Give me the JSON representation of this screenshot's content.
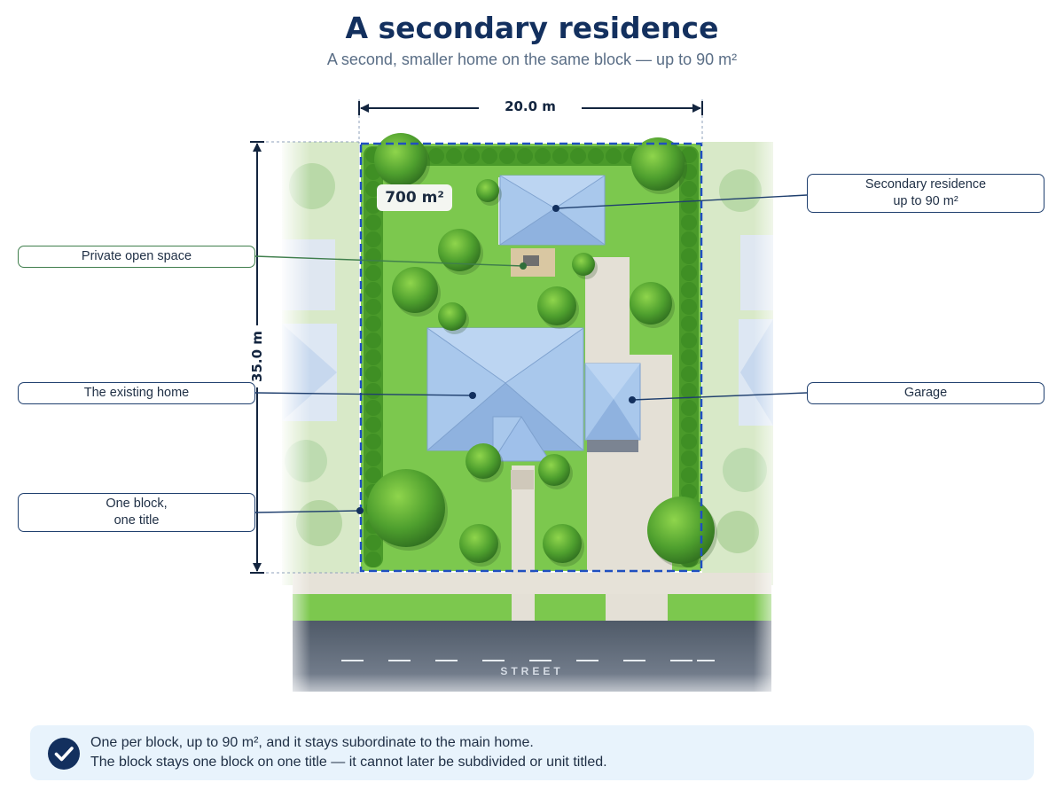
{
  "header": {
    "title": "A secondary residence",
    "subtitle": "A second, smaller home on the same block — up to 90 m²"
  },
  "plan": {
    "width_label": "20.0 m",
    "depth_label": "35.0 m",
    "area_label": "700 m²",
    "street_label": "STREET"
  },
  "callouts": {
    "secondary_residence": "Secondary residence\nup to 90 m²",
    "private_open_space": "Private open space",
    "existing_home": "The existing home",
    "garage": "Garage",
    "one_block": "One block,\none title"
  },
  "info": {
    "line1": "One per block, up to 90 m², and it stays subordinate to the main home.",
    "line2": "The block stays one block on one title — it cannot later be subdivided or unit titled."
  },
  "colors": {
    "accent_navy": "#13305e",
    "callout_border": "#1f3f6e",
    "open_space_green": "#3f7e4c",
    "boundary_blue": "#1f4fc0",
    "lawn": "#7cc84e",
    "roof": "#a9c8ec",
    "panel_bg": "#e8f3fc"
  },
  "icons": {
    "check": "check-circle-icon"
  }
}
